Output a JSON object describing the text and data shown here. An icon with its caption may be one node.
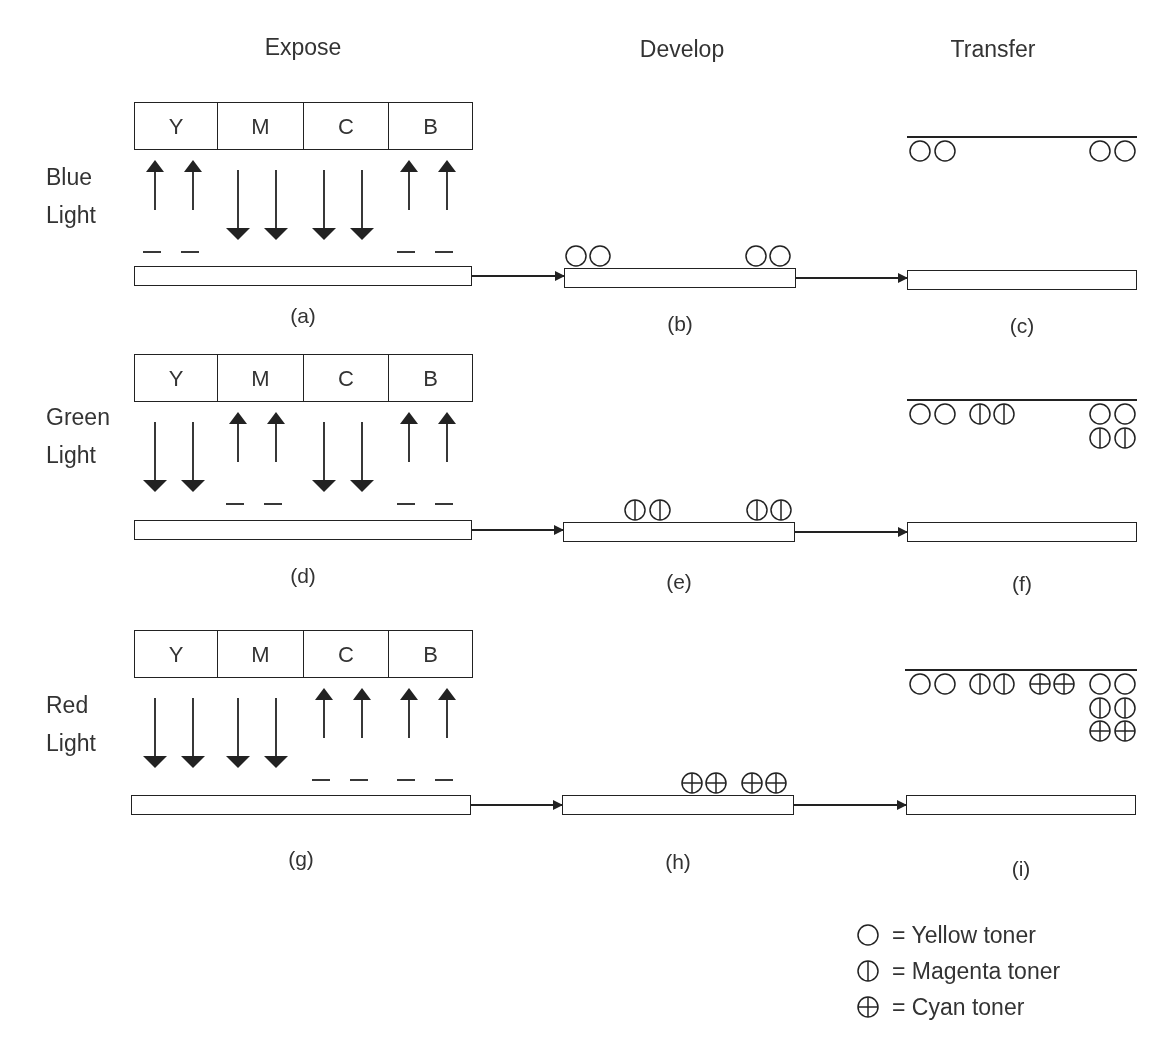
{
  "diagram": {
    "nodes": [
      {
        "text": [
          "Y"
        ]
      },
      {
        "text": [
          "M"
        ]
      },
      {
        "text": [
          "C"
        ]
      },
      {
        "text": [
          "B"
        ]
      },
      {
        "text": [],
        "shape": "bar",
        "beside": [
          "(a)"
        ]
      },
      {
        "text": [],
        "shape": "bar",
        "beside": [
          "(b)"
        ]
      },
      {
        "text": [],
        "shape": "bar",
        "beside": [
          "(c)"
        ]
      },
      {
        "text": [
          "Y"
        ]
      },
      {
        "text": [
          "M"
        ]
      },
      {
        "text": [
          "C"
        ]
      },
      {
        "text": [
          "B"
        ]
      },
      {
        "text": [],
        "shape": "bar",
        "beside": [
          "(d)"
        ]
      },
      {
        "text": [],
        "shape": "bar",
        "beside": [
          "(e)"
        ]
      },
      {
        "text": [],
        "shape": "bar",
        "beside": [
          "(f)"
        ]
      },
      {
        "text": [
          "Y"
        ]
      },
      {
        "text": [
          "M"
        ]
      },
      {
        "text": [
          "C"
        ]
      },
      {
        "text": [
          "B"
        ]
      },
      {
        "text": [],
        "shape": "bar",
        "beside": [
          "(g)"
        ]
      },
      {
        "text": [],
        "shape": "bar",
        "beside": [
          "(h)"
        ]
      },
      {
        "text": [],
        "shape": "bar",
        "beside": [
          "(i)"
        ]
      }
    ],
    "edges": [
      {
        "from": 4,
        "to": 5,
        "arrow": "to"
      },
      {
        "from": 5,
        "to": 6,
        "arrow": "to"
      },
      {
        "from": 11,
        "to": 12,
        "arrow": "to"
      },
      {
        "from": 12,
        "to": 13,
        "arrow": "to"
      },
      {
        "from": 18,
        "to": 19,
        "arrow": "to"
      },
      {
        "from": 19,
        "to": 20,
        "arrow": "to"
      }
    ],
    "labels": [
      "Expose",
      "Develop",
      "Transfer",
      "Blue Light",
      "Green Light",
      "Red Light"
    ],
    "legend": [
      {
        "text": "= Yellow toner"
      },
      {
        "text": "= Magenta toner"
      },
      {
        "text": "= Cyan toner"
      }
    ]
  }
}
